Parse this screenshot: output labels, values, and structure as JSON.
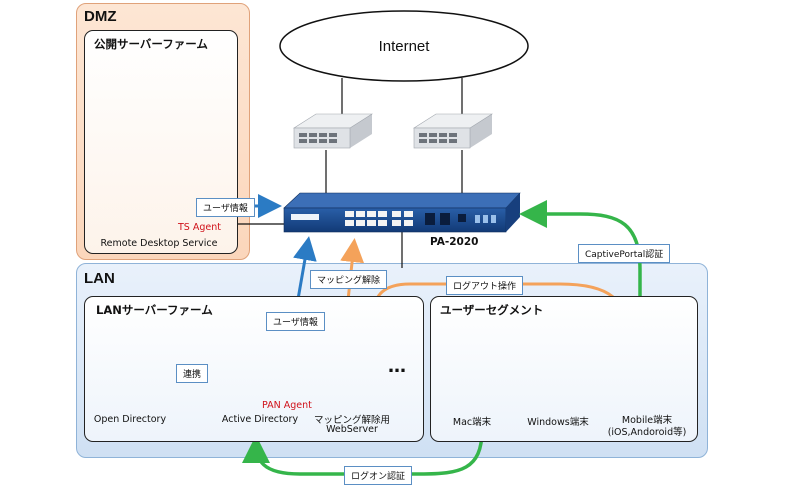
{
  "internet": {
    "label": "Internet"
  },
  "dmz": {
    "title": "DMZ",
    "server_farm_title": "公開サーバーファーム",
    "ts_agent": "TS Agent",
    "rds_label": "Remote Desktop Service"
  },
  "firewall": {
    "model": "PA-2020"
  },
  "lan": {
    "title": "LAN",
    "server_farm_title": "LANサーバーファーム",
    "user_segment_title": "ユーザーセグメント",
    "open_directory": "Open Directory",
    "active_directory": "Active Directory",
    "pan_agent": "PAN Agent",
    "webserver_line1": "マッピング解除用",
    "webserver_line2": "WebServer",
    "ellipsis": "…",
    "mac": "Mac端末",
    "windows": "Windows端末",
    "mobile_line1": "Mobile端末",
    "mobile_line2": "(iOS,Andoroid等)"
  },
  "tags": {
    "user_info_dmz": "ユーザ情報",
    "user_info_lan": "ユーザ情報",
    "renkei": "連携",
    "mapping_release": "マッピング解除",
    "logout_op": "ログアウト操作",
    "captive_portal": "CaptivePortal認証",
    "logon_auth": "ログオン認証"
  },
  "colors": {
    "blue_arrow": "#2b7bc4",
    "orange_arrow": "#f4a25a",
    "green_arrow": "#35b54a",
    "agent_red": "#d0121b"
  }
}
